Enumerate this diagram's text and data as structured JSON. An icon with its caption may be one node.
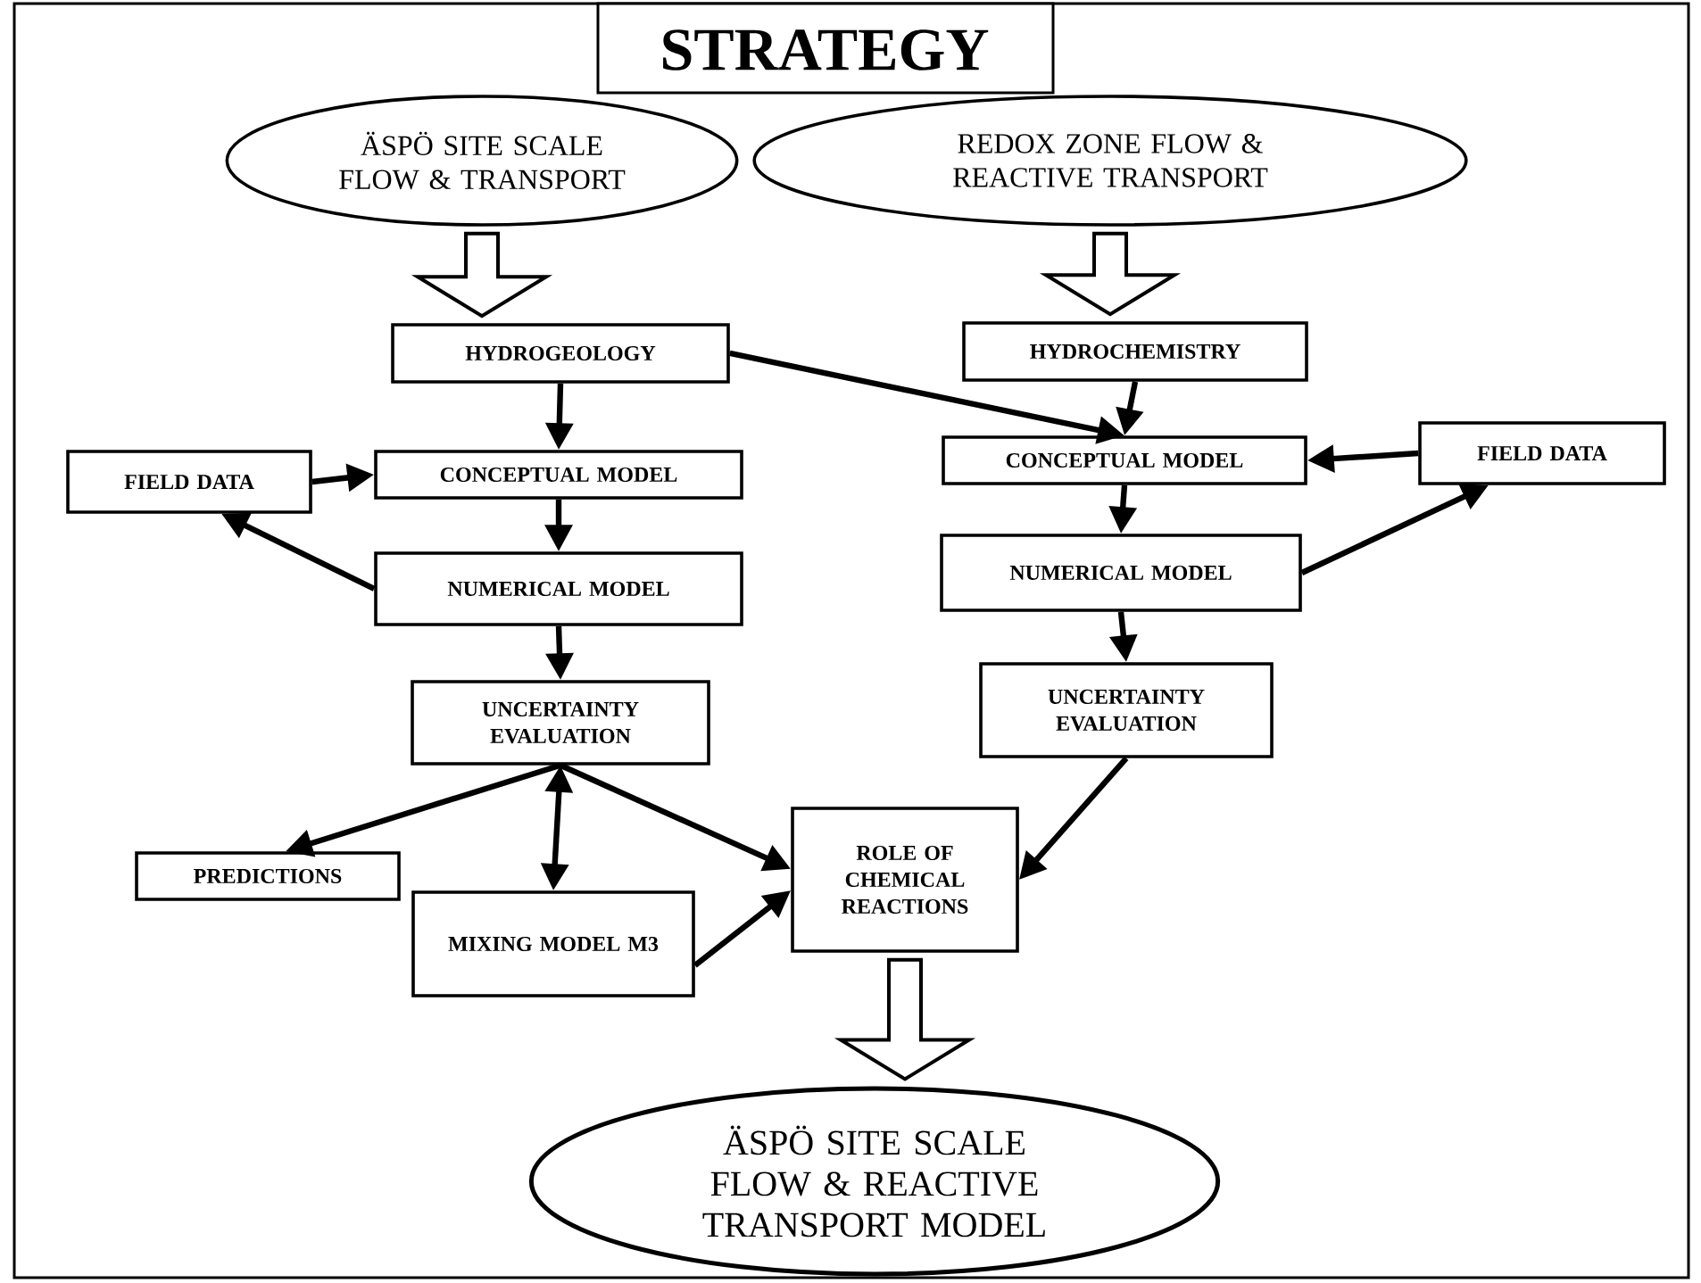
{
  "diagram": {
    "title": "STRATEGY",
    "nodes": [
      {
        "text": [
          "ÄSPÖ SITE SCALE FLOW & TRANSPORT"
        ]
      },
      {
        "text": [
          "REDOX ZONE FLOW & REACTIVE TRANSPORT"
        ]
      },
      {
        "text": [
          "HYDROGEOLOGY"
        ]
      },
      {
        "text": [
          "HYDROCHEMISTRY"
        ]
      },
      {
        "text": [
          "FIELD DATA"
        ]
      },
      {
        "text": [
          "CONCEPTUAL MODEL"
        ]
      },
      {
        "text": [
          "CONCEPTUAL MODEL"
        ]
      },
      {
        "text": [
          "FIELD DATA"
        ]
      },
      {
        "text": [
          "NUMERICAL MODEL"
        ]
      },
      {
        "text": [
          "NUMERICAL MODEL"
        ]
      },
      {
        "text": [
          "UNCERTAINTY EVALUATION"
        ]
      },
      {
        "text": [
          "UNCERTAINTY EVALUATION"
        ]
      },
      {
        "text": [
          "PREDICTIONS"
        ]
      },
      {
        "text": [
          "MIXING MODEL M3"
        ]
      },
      {
        "text": [
          "ROLE OF CHEMICAL REACTIONS"
        ]
      },
      {
        "text": [
          "ÄSPÖ SITE SCALE FLOW & REACTIVE TRANSPORT MODEL"
        ]
      }
    ],
    "edges": [
      {
        "from": 0,
        "to": 2,
        "arrow": "to"
      },
      {
        "from": 1,
        "to": 3,
        "arrow": "to"
      },
      {
        "from": 2,
        "to": 5,
        "arrow": "to"
      },
      {
        "from": 2,
        "to": 6,
        "arrow": "to"
      },
      {
        "from": 3,
        "to": 6,
        "arrow": "to"
      },
      {
        "from": 4,
        "to": 5,
        "arrow": "to"
      },
      {
        "from": 7,
        "to": 6,
        "arrow": "to"
      },
      {
        "from": 5,
        "to": 8,
        "arrow": "to"
      },
      {
        "from": 6,
        "to": 9,
        "arrow": "to"
      },
      {
        "from": 8,
        "to": 4,
        "arrow": "to"
      },
      {
        "from": 9,
        "to": 7,
        "arrow": "to"
      },
      {
        "from": 8,
        "to": 10,
        "arrow": "to"
      },
      {
        "from": 9,
        "to": 11,
        "arrow": "to"
      },
      {
        "from": 10,
        "to": 12,
        "arrow": "to"
      },
      {
        "from": 10,
        "to": 13,
        "arrow": "both"
      },
      {
        "from": 10,
        "to": 14,
        "arrow": "to"
      },
      {
        "from": 13,
        "to": 14,
        "arrow": "to"
      },
      {
        "from": 11,
        "to": 14,
        "arrow": "to"
      },
      {
        "from": 14,
        "to": 15,
        "arrow": "to"
      }
    ]
  }
}
